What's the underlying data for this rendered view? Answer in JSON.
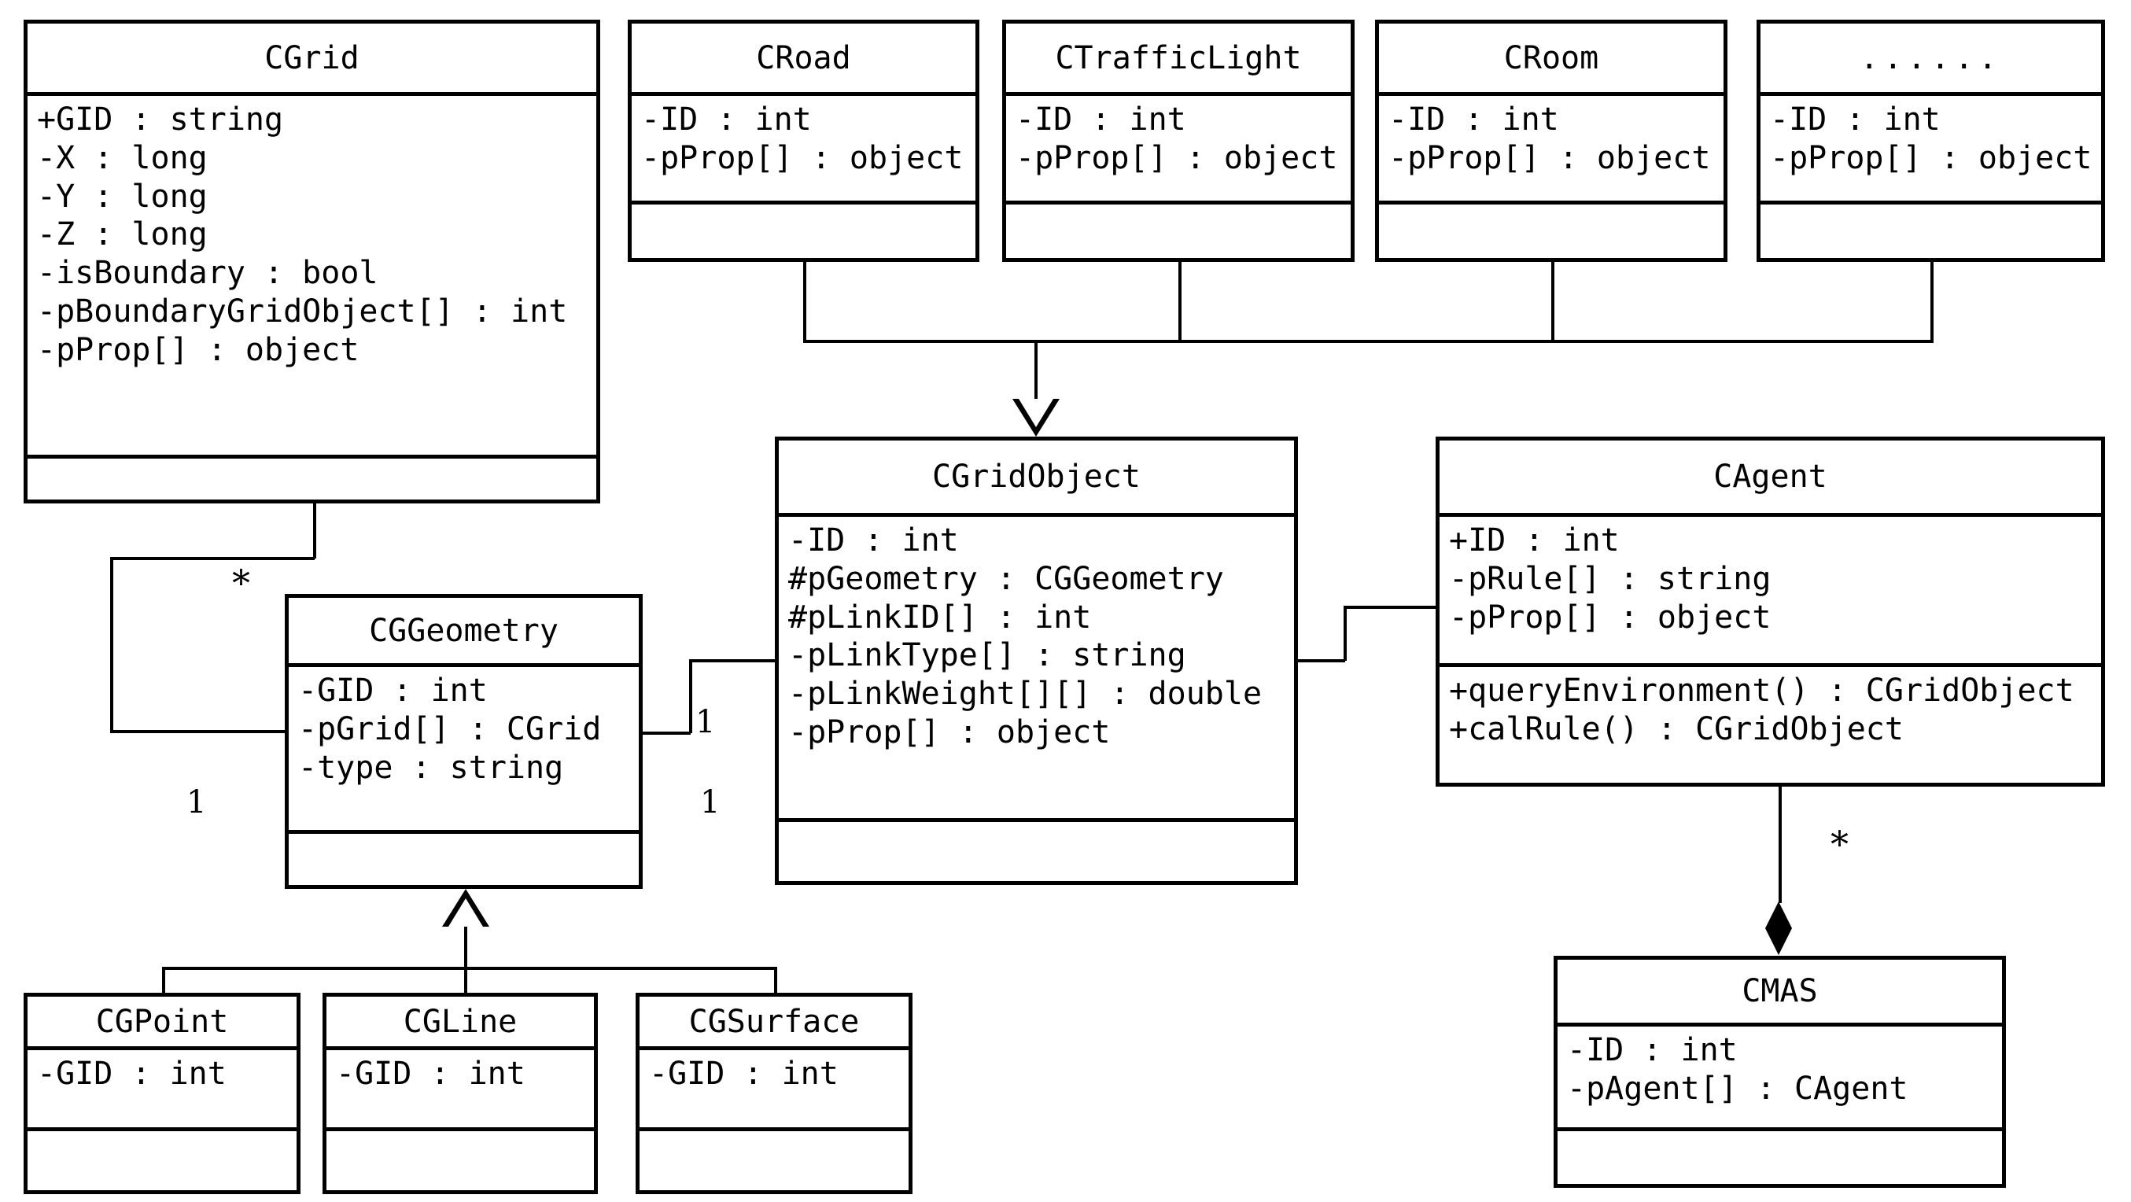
{
  "diagram": {
    "title": "UML class diagram",
    "stroke_color": "#000000",
    "background_color": "#ffffff"
  },
  "classes": {
    "cgrid": {
      "name": "CGrid",
      "attributes": [
        "+GID : string",
        "-X : long",
        "-Y : long",
        "-Z : long",
        "-isBoundary : bool",
        "-pBoundaryGridObject[] : int",
        "-pProp[] : object"
      ],
      "operations": []
    },
    "croad": {
      "name": "CRoad",
      "attributes": [
        "-ID : int",
        "-pProp[] : object"
      ],
      "operations": []
    },
    "ctrafficlight": {
      "name": "CTrafficLight",
      "attributes": [
        "-ID : int",
        "-pProp[] : object"
      ],
      "operations": []
    },
    "croom": {
      "name": "CRoom",
      "attributes": [
        "-ID : int",
        "-pProp[] : object"
      ],
      "operations": []
    },
    "ellipsis": {
      "name": "......",
      "attributes": [
        "-ID : int",
        "-pProp[] : object"
      ],
      "operations": []
    },
    "cgridobject": {
      "name": "CGridObject",
      "attributes": [
        "-ID : int",
        "#pGeometry : CGGeometry",
        "#pLinkID[] : int",
        "-pLinkType[] : string",
        "-pLinkWeight[][] : double",
        "-pProp[] : object"
      ],
      "operations": []
    },
    "cagent": {
      "name": "CAgent",
      "attributes": [
        "+ID : int",
        "-pRule[] : string",
        "-pProp[] : object"
      ],
      "operations": [
        "+queryEnvironment() : CGridObject",
        "+calRule() : CGridObject"
      ]
    },
    "cggeometry": {
      "name": "CGGeometry",
      "attributes": [
        "-GID : int",
        "-pGrid[] : CGrid",
        "-type : string"
      ],
      "operations": []
    },
    "cgpoint": {
      "name": "CGPoint",
      "attributes": [
        "-GID : int"
      ],
      "operations": []
    },
    "cgline": {
      "name": "CGLine",
      "attributes": [
        "-GID : int"
      ],
      "operations": []
    },
    "cgsurface": {
      "name": "CGSurface",
      "attributes": [
        "-GID : int"
      ],
      "operations": []
    },
    "cmas": {
      "name": "CMAS",
      "attributes": [
        "-ID : int",
        "-pAgent[] : CAgent"
      ],
      "operations": []
    }
  },
  "relationships": [
    {
      "id": "gen-gridobject",
      "type": "generalization",
      "from": [
        "CRoad",
        "CTrafficLight",
        "CRoom",
        "......"
      ],
      "to": "CGridObject",
      "source_multiplicity": "",
      "target_multiplicity": ""
    },
    {
      "id": "gen-geometry",
      "type": "generalization",
      "from": [
        "CGPoint",
        "CGLine",
        "CGSurface"
      ],
      "to": "CGGeometry",
      "source_multiplicity": "",
      "target_multiplicity": ""
    },
    {
      "id": "assoc-grid-geometry",
      "type": "association",
      "from": "CGrid",
      "to": "CGGeometry",
      "source_multiplicity": "1",
      "target_multiplicity": "*"
    },
    {
      "id": "assoc-geometry-gridobject",
      "type": "association",
      "from": "CGGeometry",
      "to": "CGridObject",
      "source_multiplicity": "1",
      "target_multiplicity": "1"
    },
    {
      "id": "assoc-gridobject-agent",
      "type": "association",
      "from": "CGridObject",
      "to": "CAgent",
      "source_multiplicity": "",
      "target_multiplicity": ""
    },
    {
      "id": "comp-cmas-agent",
      "type": "composition",
      "from": "CMAS",
      "to": "CAgent",
      "source_multiplicity": "",
      "target_multiplicity": "*"
    }
  ],
  "multiplicity_labels": {
    "grid_geometry_star": "*",
    "grid_geometry_one": "1",
    "geometry_one_upper": "1",
    "geometry_one_lower": "1",
    "cmas_agent_star": "*"
  }
}
